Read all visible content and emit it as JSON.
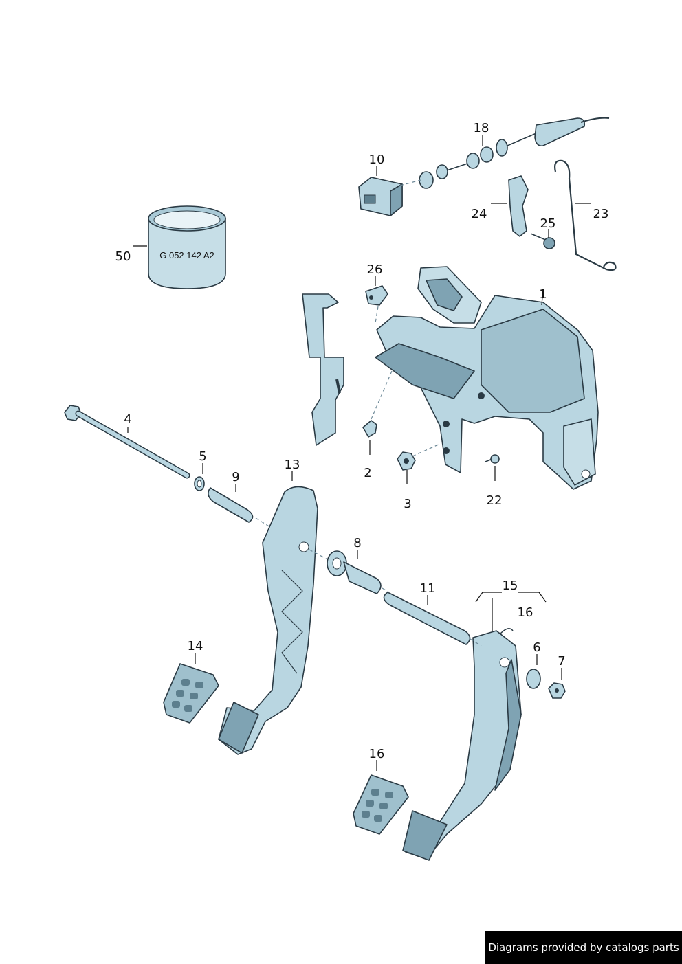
{
  "callouts": [
    "1",
    "2",
    "3",
    "4",
    "5",
    "6",
    "7",
    "8",
    "9",
    "10",
    "11",
    "13",
    "14",
    "15",
    "16",
    "16",
    "18",
    "22",
    "23",
    "24",
    "25",
    "26",
    "50"
  ],
  "ring_print": "G 052 142 A2",
  "footer_text": "Diagrams provided by catalogs parts",
  "colors": {
    "part_fill": "#b9d6e1",
    "part_dark": "#7fa3b3",
    "part_shadow": "#5d7f8e",
    "outline": "#2a3a44",
    "footer_bg": "#000000"
  }
}
